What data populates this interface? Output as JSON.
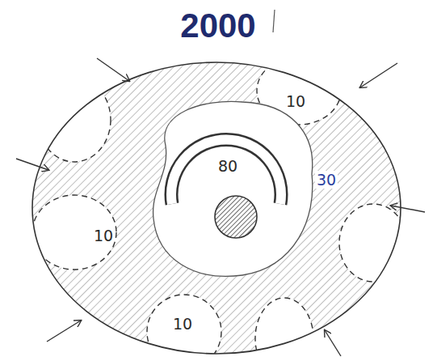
{
  "diagram": {
    "title": "2000",
    "nodes": [
      {
        "text": [
          "10"
        ]
      },
      {
        "text": [
          "10"
        ]
      },
      {
        "text": [
          "10"
        ]
      },
      {
        "text": [
          "80"
        ]
      }
    ],
    "labels": [
      "30"
    ]
  }
}
